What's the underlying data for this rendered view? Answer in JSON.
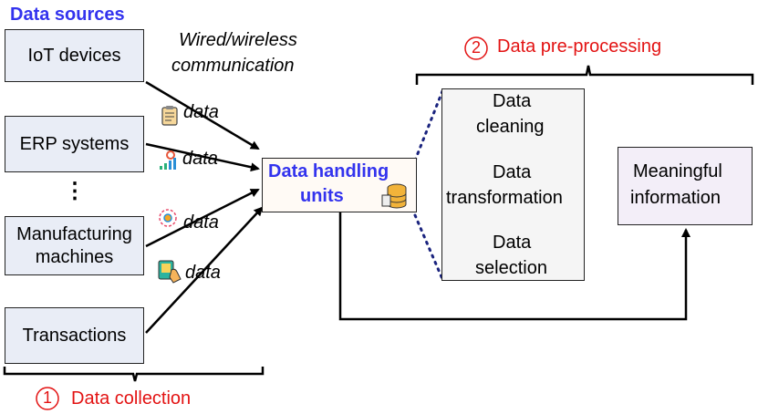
{
  "sources_title": "Data sources",
  "sources": [
    "IoT devices",
    "ERP systems",
    "Manufacturing machines",
    "Transactions"
  ],
  "vertical_ellipsis": "⋮",
  "comm_label_line1": "Wired/wireless",
  "comm_label_line2": "communication",
  "data_label": "data",
  "handling": {
    "line1": "Data handling",
    "line2": "units"
  },
  "preprocessing": {
    "title_number": "2",
    "title": "Data pre-processing",
    "steps": [
      {
        "line1": "Data",
        "line2": "cleaning"
      },
      {
        "line1": "Data",
        "line2": "transformation"
      },
      {
        "line1": "Data",
        "line2": "selection"
      }
    ]
  },
  "result": {
    "line1": "Meaningful",
    "line2": "information"
  },
  "collection": {
    "number": "1",
    "title": "Data collection"
  },
  "colors": {
    "blue_title": "#3333ee",
    "red_label": "#e31313",
    "source_fill": "#e9edf6",
    "result_fill": "#f3eef8",
    "dots": "#1a237e"
  },
  "icons": [
    "clipboard-icon",
    "signal-chart-icon",
    "gear-network-icon",
    "touch-payment-icon",
    "database-icon"
  ]
}
